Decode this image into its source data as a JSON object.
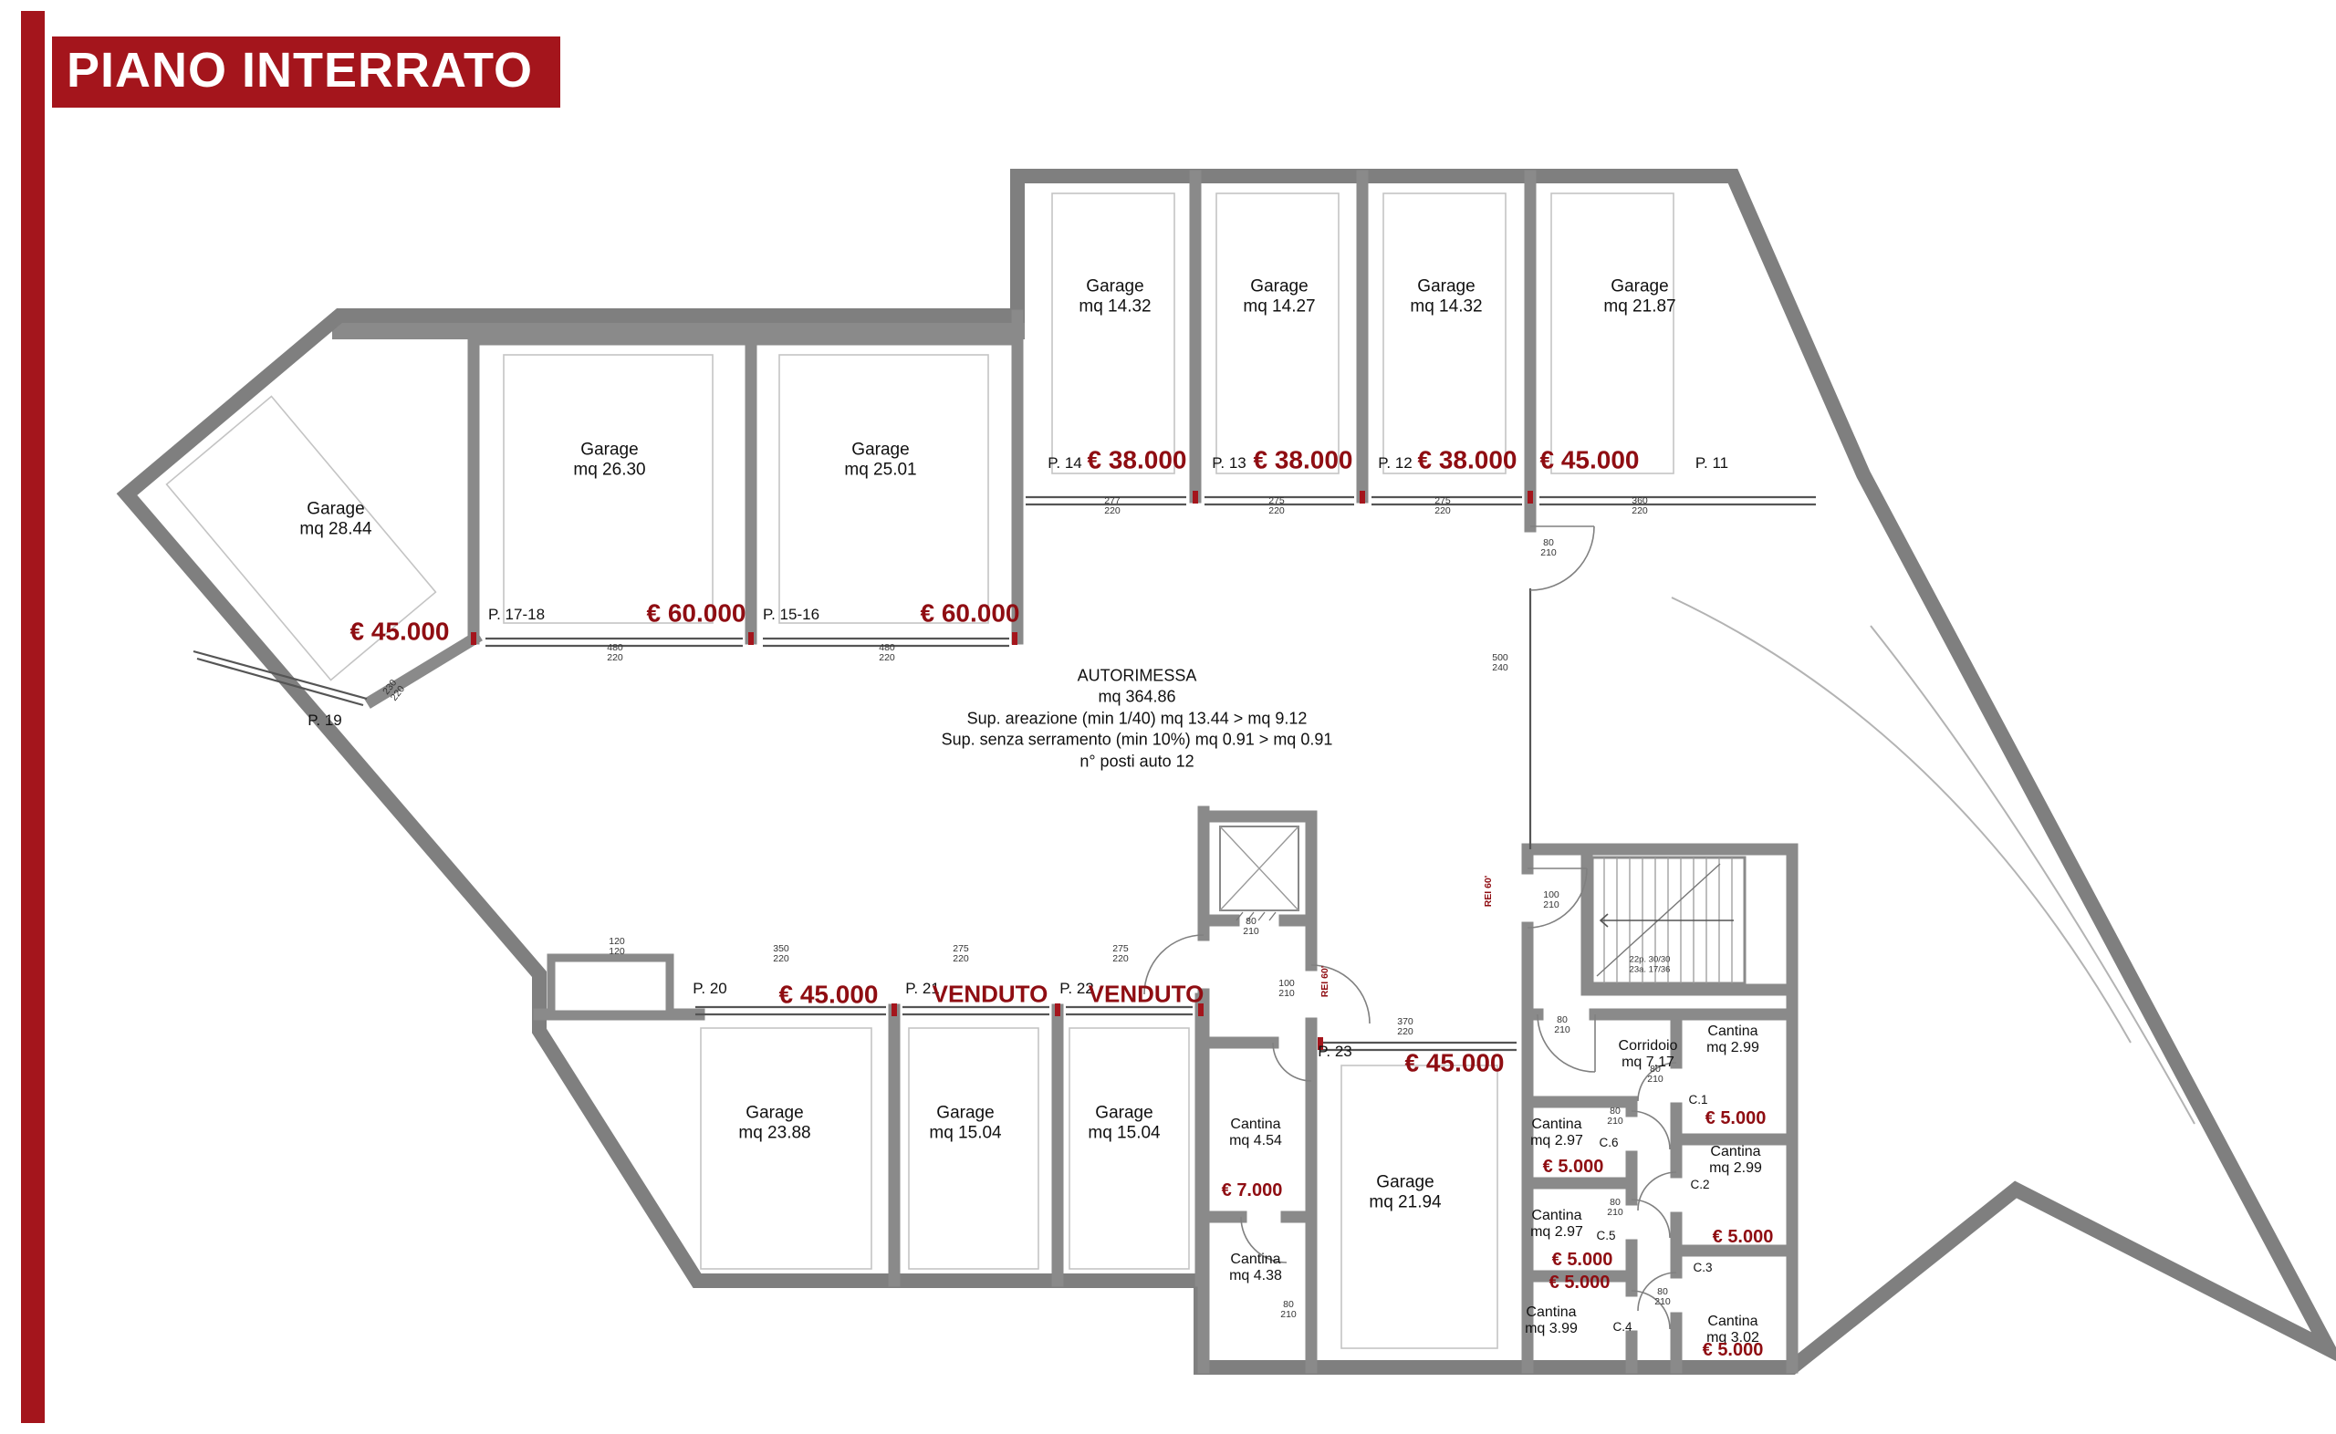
{
  "title": "PIANO INTERRATO",
  "colors": {
    "banner_red": "#a4151c",
    "price_red": "#8f0d12",
    "wall_gray": "#8a8a8a"
  },
  "autorimessa": {
    "l1": "AUTORIMESSA",
    "l2": "mq 364.86",
    "l3": "Sup. areazione (min 1/40) mq 13.44 > mq 9.12",
    "l4": "Sup. senza serramento (min 10%) mq 0.91 > mq 0.91",
    "l5": "n° posti auto 12"
  },
  "rooms": {
    "g19": {
      "type": "Garage",
      "area": "mq 28.44",
      "label": "P. 19",
      "price": "€ 45.000",
      "dw": "230",
      "dh": "220"
    },
    "g17": {
      "type": "Garage",
      "area": "mq 26.30",
      "label": "P. 17-18",
      "price": "€ 60.000",
      "dw": "480",
      "dh": "220"
    },
    "g15": {
      "type": "Garage",
      "area": "mq 25.01",
      "label": "P. 15-16",
      "price": "€ 60.000",
      "dw": "480",
      "dh": "220"
    },
    "g14": {
      "type": "Garage",
      "area": "mq 14.32",
      "label": "P. 14",
      "price": "€ 38.000",
      "dw": "277",
      "dh": "220"
    },
    "g13": {
      "type": "Garage",
      "area": "mq 14.27",
      "label": "P. 13",
      "price": "€ 38.000",
      "dw": "275",
      "dh": "220"
    },
    "g12": {
      "type": "Garage",
      "area": "mq 14.32",
      "label": "P. 12",
      "price": "€ 38.000",
      "dw": "275",
      "dh": "220"
    },
    "g11": {
      "type": "Garage",
      "area": "mq 21.87",
      "label": "P. 11",
      "price": "€ 45.000",
      "dw": "360",
      "dh": "220"
    },
    "g20": {
      "type": "Garage",
      "area": "mq 23.88",
      "label": "P. 20",
      "price": "€ 45.000",
      "dw": "350",
      "dh": "220"
    },
    "g21": {
      "type": "Garage",
      "area": "mq 15.04",
      "label": "P. 21",
      "price": "VENDUTO",
      "dw": "275",
      "dh": "220"
    },
    "g22": {
      "type": "Garage",
      "area": "mq 15.04",
      "label": "P. 22",
      "price": "VENDUTO",
      "dw": "275",
      "dh": "220"
    },
    "g23": {
      "type": "Garage",
      "area": "mq 21.94",
      "label": "P. 23",
      "price": "€ 45.000",
      "dw": "370",
      "dh": "220"
    },
    "cant454": {
      "type": "Cantina",
      "area": "mq 4.54",
      "price": "€ 7.000"
    },
    "cant438": {
      "type": "Cantina",
      "area": "mq 4.38"
    },
    "corridoio": {
      "type": "Corridoio",
      "area": "mq 7.17"
    },
    "c1": {
      "type": "Cantina",
      "area": "mq 2.99",
      "label": "C.1",
      "price": "€ 5.000"
    },
    "c2": {
      "type": "Cantina",
      "area": "mq 2.99",
      "label": "C.2",
      "price": "€ 5.000"
    },
    "c3": {
      "type": "Cantina",
      "area": "mq 3.02",
      "label": "C.3",
      "price": "€ 5.000"
    },
    "c4": {
      "type": "Cantina",
      "area": "mq 3.99",
      "label": "C.4",
      "price": "€ 5.000"
    },
    "c5": {
      "type": "Cantina",
      "area": "mq 2.97",
      "label": "C.5",
      "price": "€ 5.000"
    },
    "c6": {
      "type": "Cantina",
      "area": "mq 2.97",
      "label": "C.6",
      "price": "€ 5.000"
    }
  },
  "dims": {
    "d80": {
      "w": "80",
      "h": "210"
    },
    "d100": {
      "w": "100",
      "h": "210"
    },
    "d500": {
      "w": "500",
      "h": "240"
    },
    "d120": {
      "w": "120",
      "h": "120"
    }
  },
  "stairs": {
    "l1": "22p. 30/30",
    "l2": "23a. 17/36"
  },
  "fire_rating": "REI 60'"
}
